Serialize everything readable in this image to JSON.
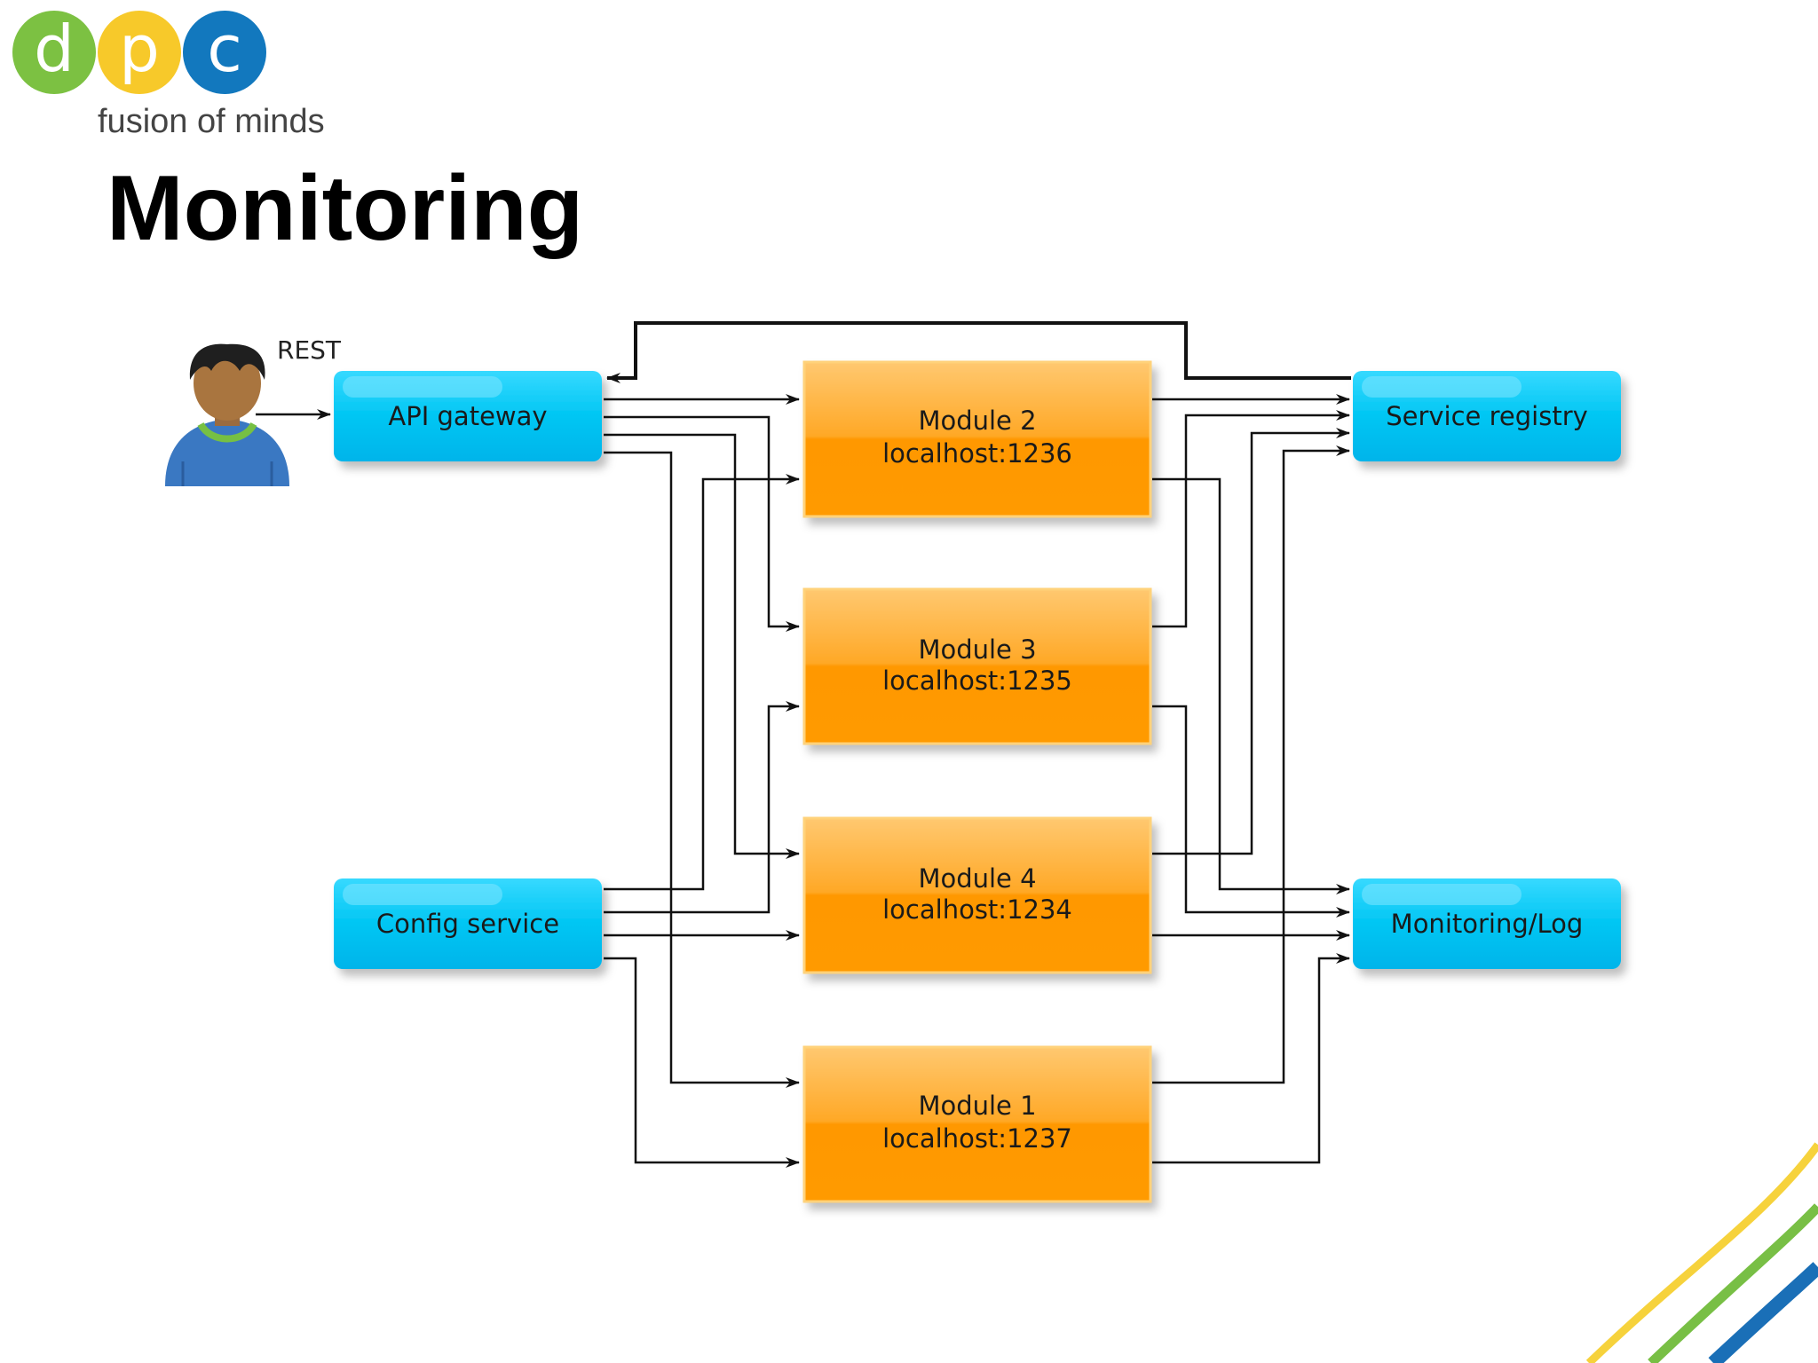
{
  "logo": {
    "letters": [
      "d",
      "p",
      "c"
    ],
    "tagline": "fusion of minds",
    "colors": {
      "d": "#7cc142",
      "p": "#f7c92a",
      "c": "#1278be"
    }
  },
  "title": "Monitoring",
  "diagram": {
    "user_label": "REST",
    "nodes": [
      {
        "id": "api",
        "kind": "service",
        "label": "API gateway"
      },
      {
        "id": "config",
        "kind": "service",
        "label": "Config service"
      },
      {
        "id": "registry",
        "kind": "service",
        "label": "Service registry"
      },
      {
        "id": "monitor",
        "kind": "service",
        "label": "Monitoring/Log"
      },
      {
        "id": "m2",
        "kind": "module",
        "name": "Module 2",
        "address": "localhost:1236"
      },
      {
        "id": "m3",
        "kind": "module",
        "name": "Module 3",
        "address": "localhost:1235"
      },
      {
        "id": "m4",
        "kind": "module",
        "name": "Module 4",
        "address": "localhost:1234"
      },
      {
        "id": "m1",
        "kind": "module",
        "name": "Module 1",
        "address": "localhost:1237"
      }
    ],
    "edges": [
      {
        "from": "user",
        "to": "api"
      },
      {
        "from": "registry",
        "to": "api"
      },
      {
        "from": "api",
        "to": "m2"
      },
      {
        "from": "api",
        "to": "m3"
      },
      {
        "from": "api",
        "to": "m4"
      },
      {
        "from": "api",
        "to": "m1"
      },
      {
        "from": "config",
        "to": "m2"
      },
      {
        "from": "config",
        "to": "m3"
      },
      {
        "from": "config",
        "to": "m4"
      },
      {
        "from": "config",
        "to": "m1"
      },
      {
        "from": "m2",
        "to": "registry"
      },
      {
        "from": "m3",
        "to": "registry"
      },
      {
        "from": "m4",
        "to": "registry"
      },
      {
        "from": "m1",
        "to": "registry"
      },
      {
        "from": "m2",
        "to": "monitor"
      },
      {
        "from": "m3",
        "to": "monitor"
      },
      {
        "from": "m4",
        "to": "monitor"
      },
      {
        "from": "m1",
        "to": "monitor"
      }
    ],
    "colors": {
      "service_fill": "#00c6f3",
      "service_dark": "#0aa8dd",
      "module_fill": "#ff9c00",
      "module_light": "#ffc060",
      "module_border": "#ffd27a",
      "line": "#111111"
    }
  }
}
